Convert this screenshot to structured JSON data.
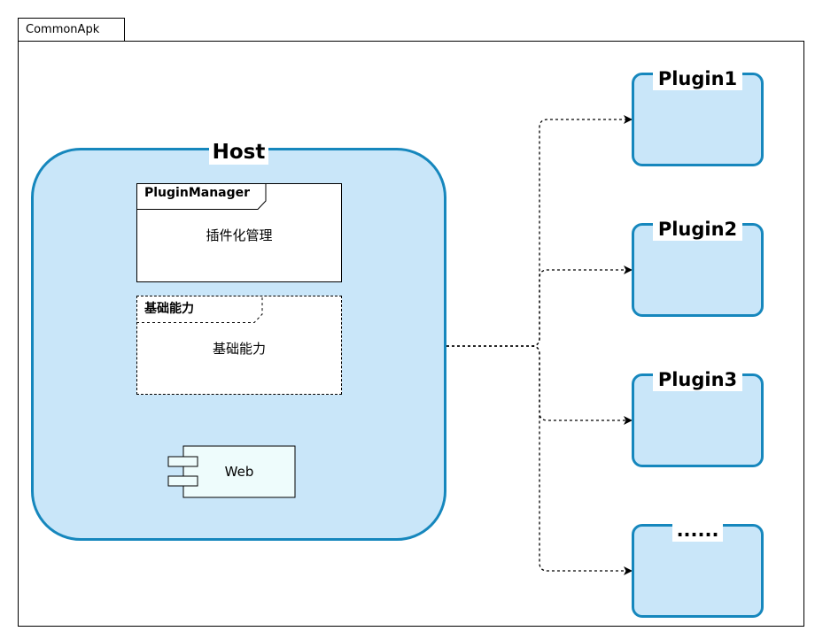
{
  "frame": {
    "label": "CommonApk"
  },
  "host": {
    "title": "Host",
    "plugin_manager": {
      "label": "PluginManager",
      "text": "插件化管理"
    },
    "basic_capability": {
      "label": "基础能力",
      "text": "基础能力"
    },
    "web_component": {
      "label": "Web"
    }
  },
  "plugins": [
    {
      "title": "Plugin1"
    },
    {
      "title": "Plugin2"
    },
    {
      "title": "Plugin3"
    },
    {
      "title": "......"
    }
  ],
  "colors": {
    "container_fill": "#c9e6f9",
    "container_stroke": "#1687bd",
    "component_fill": "#eefcfc"
  }
}
